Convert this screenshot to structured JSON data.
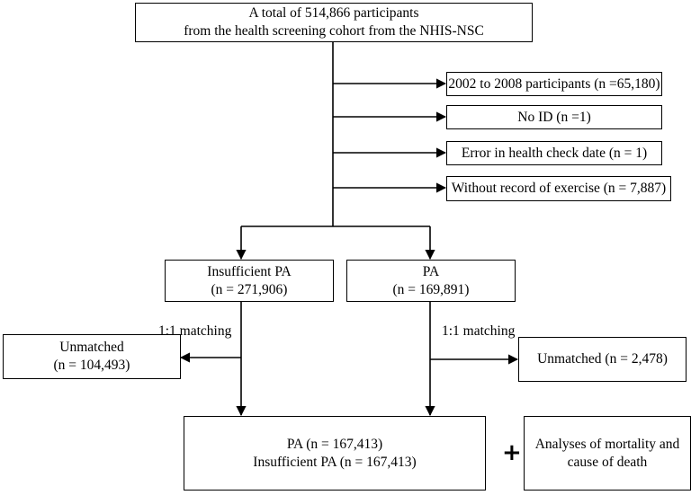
{
  "top": {
    "line1": "A total of 514,866 participants",
    "line2": "from the health screening cohort from the NHIS-NSC"
  },
  "exclusions": [
    "2002 to 2008 participants (n =65,180)",
    "No ID (n =1)",
    "Error in health check date (n = 1)",
    "Without record of exercise (n = 7,887)"
  ],
  "groups": {
    "insufficient": {
      "line1": "Insufficient PA",
      "line2": "(n = 271,906)"
    },
    "pa": {
      "line1": "PA",
      "line2": "(n = 169,891)"
    }
  },
  "matching": {
    "left_label": "1:1 matching",
    "right_label": "1:1 matching",
    "left_unmatched": {
      "line1": "Unmatched",
      "line2": "(n = 104,493)"
    },
    "right_unmatched": "Unmatched (n = 2,478)"
  },
  "final": {
    "line1": "PA (n = 167,413)",
    "line2": "Insufficient PA (n = 167,413)"
  },
  "plus": "+",
  "analysis": {
    "line1": "Analyses of mortality and",
    "line2": "cause of death"
  }
}
